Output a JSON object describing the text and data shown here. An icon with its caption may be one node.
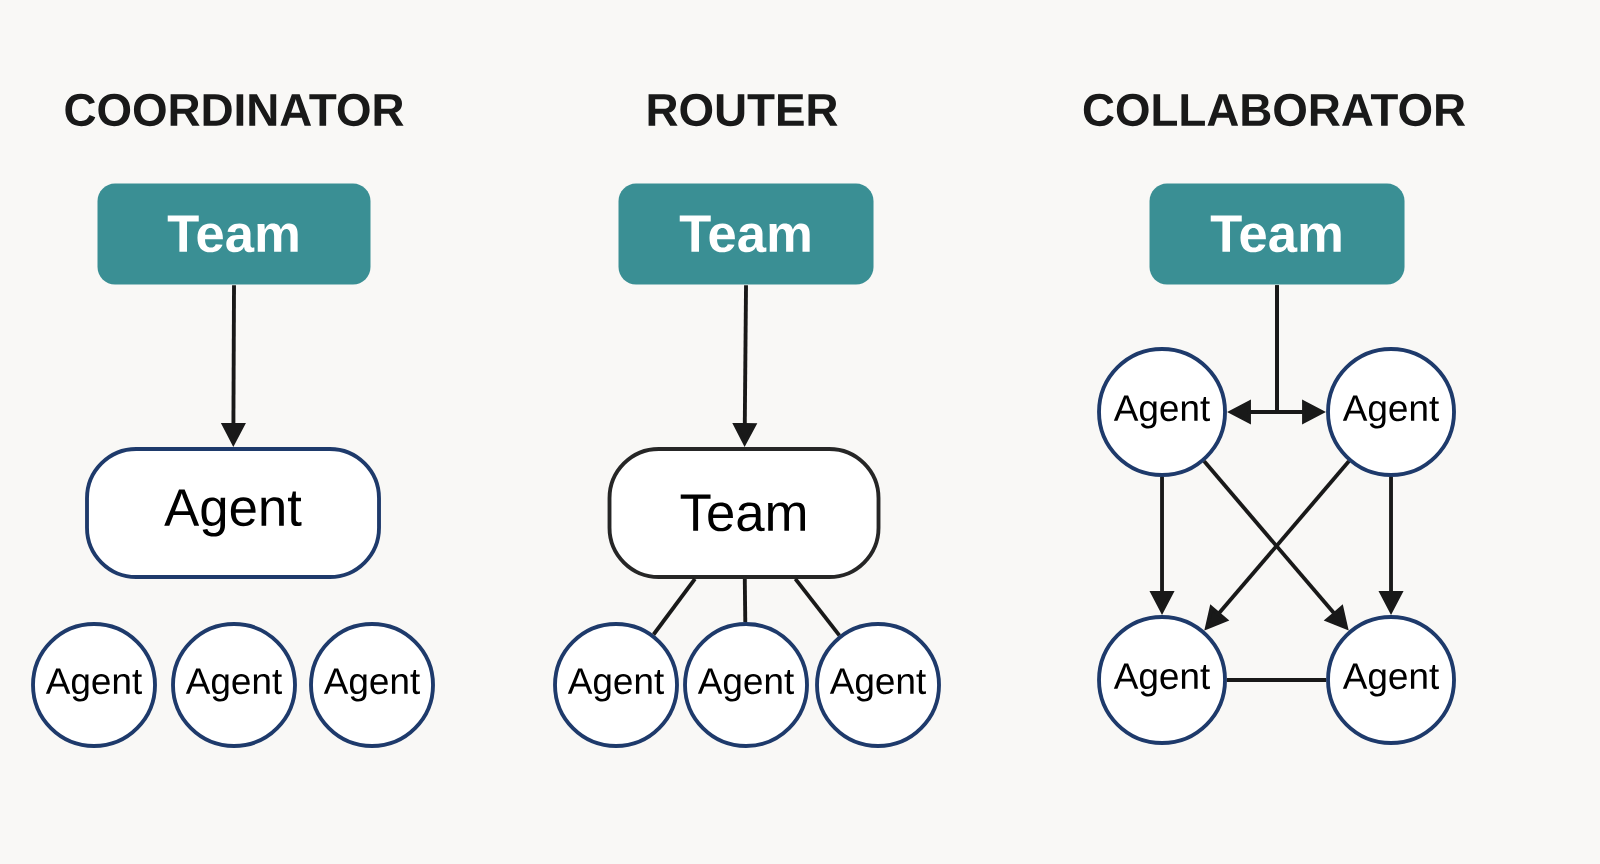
{
  "diagram": {
    "nodes": [
      {
        "text": [
          "Team"
        ]
      },
      {
        "text": [
          "Agent"
        ]
      },
      {
        "text": [
          "Agent"
        ]
      },
      {
        "text": [
          "Agent"
        ]
      },
      {
        "text": [
          "Agent"
        ]
      },
      {
        "text": [
          "Team"
        ]
      },
      {
        "text": [
          "Team"
        ]
      },
      {
        "text": [
          "Agent"
        ]
      },
      {
        "text": [
          "Agent"
        ]
      },
      {
        "text": [
          "Agent"
        ]
      },
      {
        "text": [
          "Team"
        ]
      },
      {
        "text": [
          "Agent"
        ]
      },
      {
        "text": [
          "Agent"
        ]
      },
      {
        "text": [
          "Agent"
        ]
      },
      {
        "text": [
          "Agent"
        ]
      }
    ],
    "edges": [
      {
        "from": 0,
        "to": 1,
        "arrow": "to"
      },
      {
        "from": 5,
        "to": 6,
        "arrow": "to"
      },
      {
        "from": 6,
        "to": 7,
        "arrow": "none"
      },
      {
        "from": 6,
        "to": 8,
        "arrow": "none"
      },
      {
        "from": 6,
        "to": 9,
        "arrow": "none"
      },
      {
        "from": 10,
        "to": 11,
        "arrow": "to"
      },
      {
        "from": 10,
        "to": 12,
        "arrow": "to"
      },
      {
        "from": 11,
        "to": 13,
        "arrow": "to"
      },
      {
        "from": 12,
        "to": 14,
        "arrow": "to"
      },
      {
        "from": 11,
        "to": 14,
        "arrow": "to"
      },
      {
        "from": 12,
        "to": 13,
        "arrow": "to"
      },
      {
        "from": 13,
        "to": 14,
        "arrow": "none"
      }
    ],
    "labels": [
      "COORDINATOR",
      "ROUTER",
      "COLLABORATOR"
    ]
  }
}
